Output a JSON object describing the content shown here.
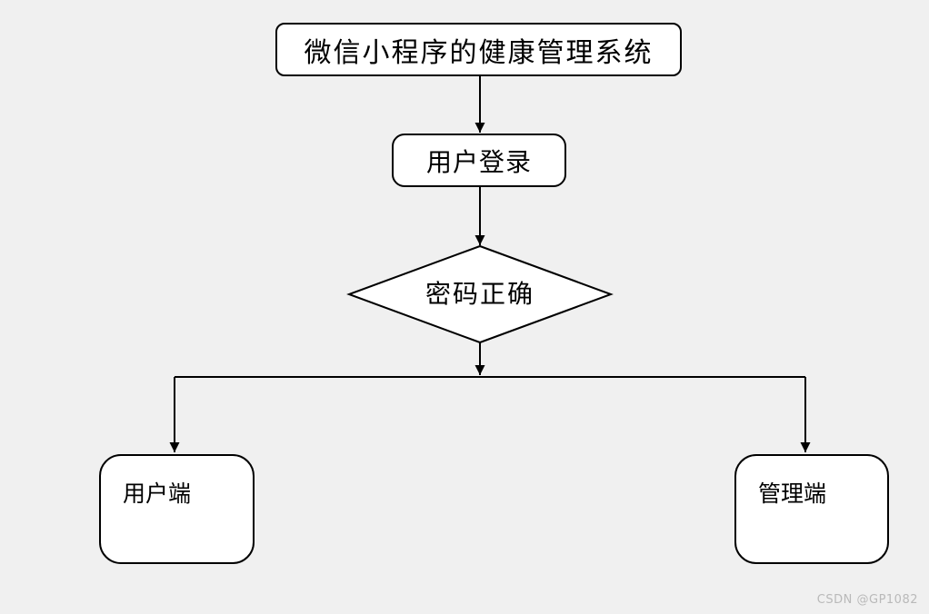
{
  "flowchart": {
    "nodes": {
      "system": {
        "label": "微信小程序的健康管理系统",
        "shape": "rounded-rectangle"
      },
      "login": {
        "label": "用户登录",
        "shape": "rounded-rectangle"
      },
      "decision": {
        "label": "密码正确",
        "shape": "diamond"
      },
      "user_client": {
        "label": "用户端",
        "shape": "rounded-rectangle"
      },
      "admin_client": {
        "label": "管理端",
        "shape": "rounded-rectangle"
      }
    },
    "edges": [
      {
        "from": "system",
        "to": "login"
      },
      {
        "from": "login",
        "to": "decision"
      },
      {
        "from": "decision",
        "to": "user_client"
      },
      {
        "from": "decision",
        "to": "admin_client"
      }
    ]
  },
  "watermark": {
    "text": "CSDN @GP1082"
  },
  "colors": {
    "background": "#f0f0f0",
    "node_fill": "#ffffff",
    "stroke": "#000000",
    "watermark": "#b9b9b9"
  }
}
